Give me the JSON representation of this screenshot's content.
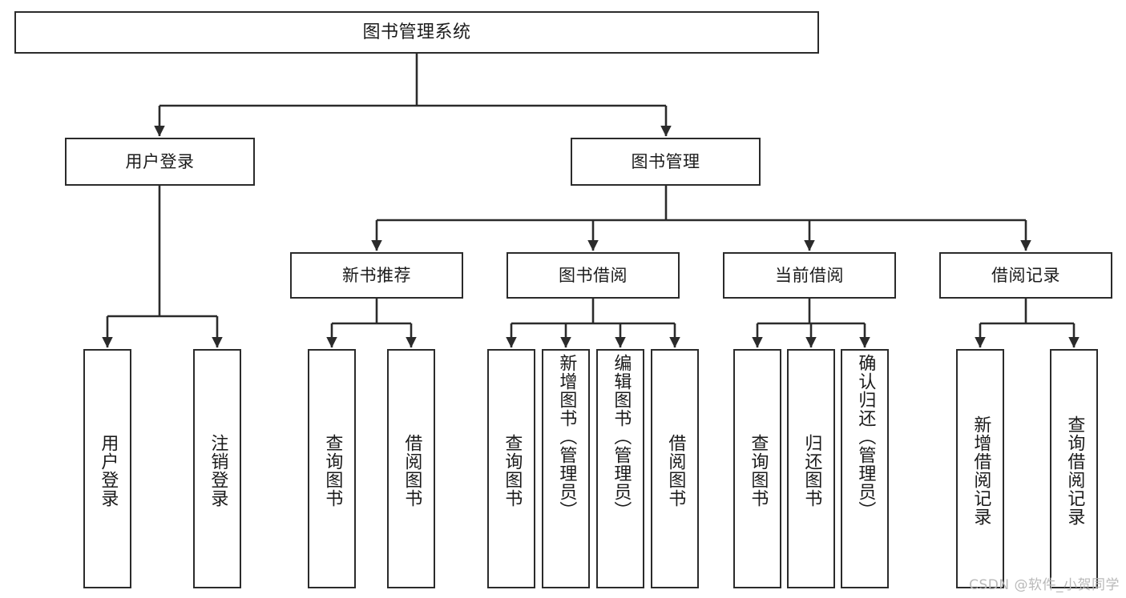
{
  "diagram": {
    "type": "tree-hierarchy-diagram",
    "title": "图书管理系统",
    "watermark": "CSDN @软件_小贺同学",
    "colors": {
      "box_border": "#2b2b2b",
      "box_fill": "#ffffff",
      "connector": "#2b2b2b",
      "text": "#1b1b1b",
      "watermark": "#b9b9b9"
    },
    "root": {
      "label": "图书管理系统"
    },
    "level2": [
      {
        "label": "用户登录"
      },
      {
        "label": "图书管理"
      }
    ],
    "level3": [
      {
        "label": "新书推荐"
      },
      {
        "label": "图书借阅"
      },
      {
        "label": "当前借阅"
      },
      {
        "label": "借阅记录"
      }
    ],
    "leaves": {
      "user_login": [
        {
          "label": "用户登录"
        },
        {
          "label": "注销登录"
        }
      ],
      "new_book_recommend": [
        {
          "label": "查询图书"
        },
        {
          "label": "借阅图书"
        }
      ],
      "book_borrow": [
        {
          "label": "查询图书"
        },
        {
          "label": "新增图书（管理员）"
        },
        {
          "label": "编辑图书（管理员）"
        },
        {
          "label": "借阅图书"
        }
      ],
      "current_borrow": [
        {
          "label": "查询图书"
        },
        {
          "label": "归还图书"
        },
        {
          "label": "确认归还（管理员）"
        }
      ],
      "borrow_record": [
        {
          "label": "新增借阅记录"
        },
        {
          "label": "查询借阅记录"
        }
      ]
    }
  }
}
